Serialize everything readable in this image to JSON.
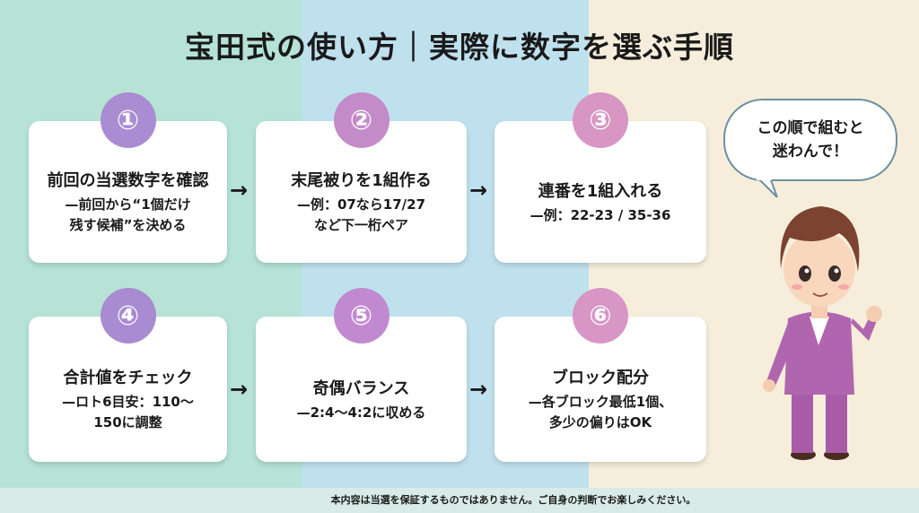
{
  "title": "宝田式の使い方｜実際に数字を選ぶ手順",
  "steps": [
    {
      "num": "①",
      "heading": "前回の当選数字を確認",
      "sub": "—前回から“1個だけ\n残す候補”を決める",
      "color": "#a98cd1"
    },
    {
      "num": "②",
      "heading": "末尾被りを1組作る",
      "sub": "—例：07なら17/27\nなど下一桁ペア",
      "color": "#c48bc9"
    },
    {
      "num": "③",
      "heading": "連番を1組入れる",
      "sub": "—例：22-23 / 35-36",
      "color": "#d796c3"
    },
    {
      "num": "④",
      "heading": "合計値をチェック",
      "sub": "—ロト6目安：110〜\n150に調整",
      "color": "#a98bd2"
    },
    {
      "num": "⑤",
      "heading": "奇偶バランス",
      "sub": "—2:4〜4:2に収める",
      "color": "#c18ad0"
    },
    {
      "num": "⑥",
      "heading": "ブロック配分",
      "sub": "—各ブロック最低1個、\n多少の偏りはOK",
      "color": "#d796c6"
    }
  ],
  "arrow": "→",
  "speech": "この順で組むと\n迷わんで！",
  "footer": "本内容は当選を保証するものではありません。ご自身の判断でお楽しみください。"
}
